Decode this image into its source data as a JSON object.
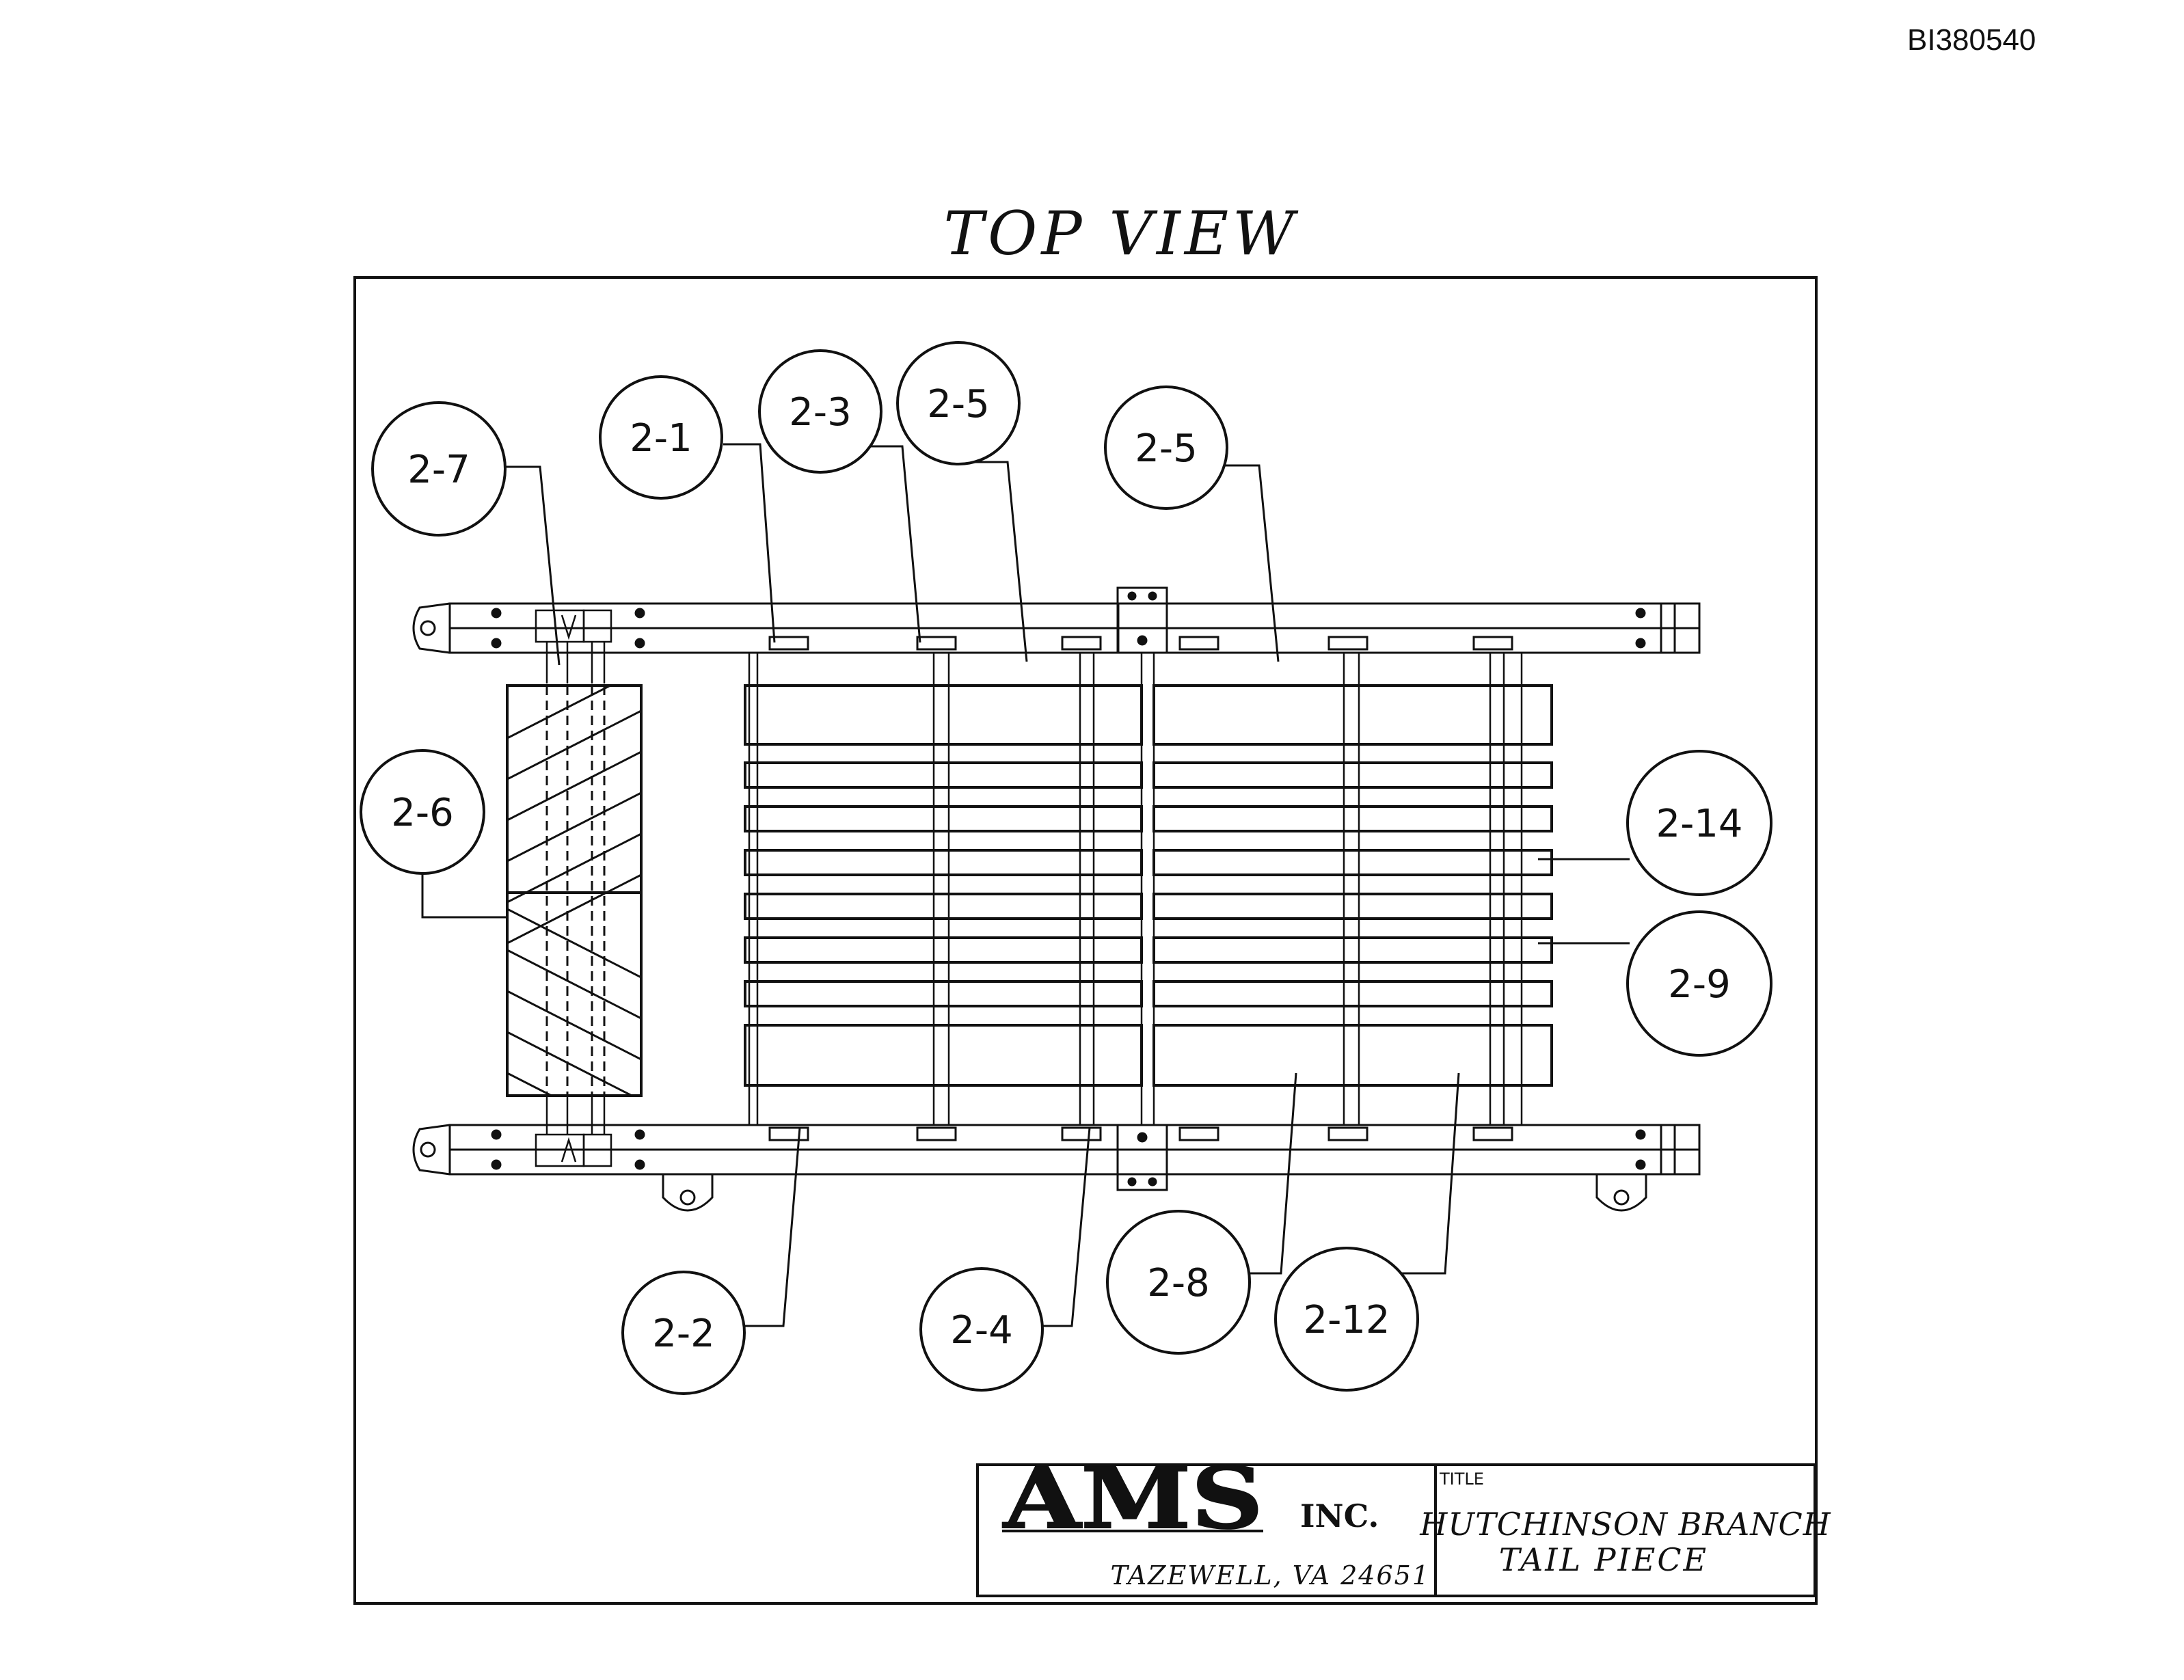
{
  "doc_id": "BI380540",
  "view_title": "TOP VIEW",
  "callouts": {
    "c_2_7": "2-7",
    "c_2_1": "2-1",
    "c_2_3": "2-3",
    "c_2_5a": "2-5",
    "c_2_5b": "2-5",
    "c_2_6": "2-6",
    "c_2_14": "2-14",
    "c_2_9": "2-9",
    "c_2_2": "2-2",
    "c_2_4": "2-4",
    "c_2_8": "2-8",
    "c_2_12": "2-12"
  },
  "title_block": {
    "logo": "AMS",
    "logo_suffix": "INC.",
    "address": "TAZEWELL, VA 24651",
    "title_label": "TITLE",
    "title_line1": "HUTCHINSON BRANCH",
    "title_line2": "TAIL PIECE"
  }
}
